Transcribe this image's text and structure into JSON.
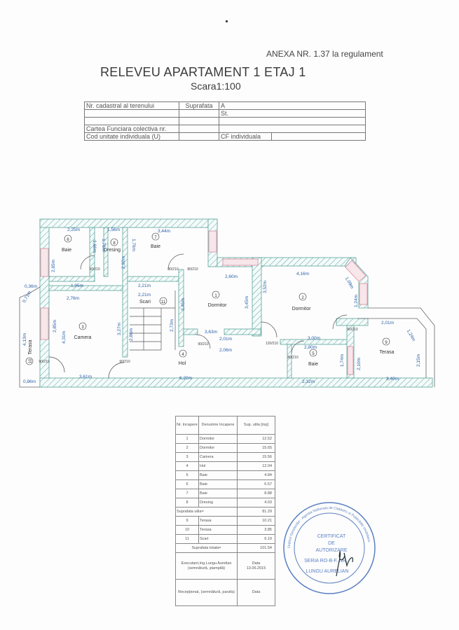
{
  "header": {
    "annex": "ANEXA NR. 1.37 la regulament",
    "title": "RELEVEU APARTAMENT 1 ETAJ 1",
    "scale": "Scara1:100"
  },
  "info_table": {
    "cadastral_label": "Nr. cadastral al terenului",
    "surface_label": "Suprafata",
    "addr_a": "A",
    "addr_st": "St.",
    "cf_collective_label": "Cartea Funciara colectiva nr.",
    "unit_code_label": "Cod unitate individuala (U)",
    "cf_individual_label": "CF individuala"
  },
  "plan": {
    "rooms": [
      {
        "num": "1",
        "name": "Dormitor"
      },
      {
        "num": "2",
        "name": "Dormitor"
      },
      {
        "num": "3",
        "name": "Camera"
      },
      {
        "num": "4",
        "name": "Hol"
      },
      {
        "num": "5",
        "name": "Baie"
      },
      {
        "num": "6",
        "name": "Baie"
      },
      {
        "num": "7",
        "name": "Baie"
      },
      {
        "num": "8",
        "name": "Dresing"
      },
      {
        "num": "9",
        "name": "Terasa"
      },
      {
        "num": "10",
        "name": "Terasa"
      },
      {
        "num": "11",
        "name": "Scari"
      }
    ],
    "dims": [
      "2,25m",
      "1,56m",
      "3,44m",
      "2,65m",
      "1,66m",
      "1,76m",
      "1,76m",
      "2,92m",
      "2,60m",
      "1,95m",
      "0,36m",
      "0,71m",
      "2,21m",
      "2,21m",
      "2,76m",
      "2,85m",
      "4,31m",
      "3,27m",
      "2,86m",
      "2,73m",
      "3,45m",
      "3,63m",
      "2,01m",
      "2,06m",
      "4,13m",
      "3,61m",
      "6,20m",
      "0,86m",
      "4,16m",
      "1,09m",
      "3,52m",
      "1,24m",
      "3,45m",
      "3,00m",
      "2,80m",
      "1,74m",
      "2,10m",
      "2,01m",
      "1,24m",
      "2,15m",
      "2,32m",
      "3,40m"
    ],
    "doors": [
      "90/210",
      "80/210",
      "80/210",
      "90/210",
      "90/210",
      "90/210",
      "120/210",
      "80/210",
      "90/210"
    ]
  },
  "rooms_table": {
    "headers": [
      "Nr. Incapere",
      "Denumire Incapere",
      "Sup. utila [mp]"
    ],
    "rows": [
      [
        "1",
        "Dormitor",
        "12.52"
      ],
      [
        "2",
        "Dormitor",
        "15.65"
      ],
      [
        "3",
        "Camera",
        "15.56"
      ],
      [
        "4",
        "Hol",
        "12.04"
      ],
      [
        "5",
        "Baie",
        "4.84"
      ],
      [
        "6",
        "Baie",
        "6.57"
      ],
      [
        "7",
        "Baie",
        "8.88"
      ],
      [
        "8",
        "Dresing",
        "4.03"
      ]
    ],
    "useful_label": "Suprafata utila=",
    "useful_value": "81.29",
    "extra_rows": [
      [
        "9",
        "Terasa",
        "10.21"
      ],
      [
        "10",
        "Terasa",
        "3.85"
      ],
      [
        "11",
        "Scari",
        "6.19"
      ]
    ],
    "total_label": "Suprafata totala=",
    "total_value": "101.54",
    "executant": "Executant,Ing.Lungu Aurelian (semnătură, ştampilă)",
    "data_label": "Data",
    "data_value": "13.06.2015",
    "receptionat": "Recepţionat, (semnătură, parafa)",
    "data_label2": "Data"
  },
  "stamp": {
    "line1": "CERTIFICAT",
    "line2": "DE",
    "line3": "AUTORIZARE",
    "line4": "SERIA RO-B-F, NR.",
    "line5": "LUNGU AURELIAN",
    "ring": "Ordinul Geodezilor · Agentia Nationala de Cadastru si Publicitate Imobiliara"
  },
  "colors": {
    "line": "#3a6db0",
    "wall": "#5aa39a",
    "window": "#e0a0b0",
    "stamp": "#5b80c2"
  }
}
